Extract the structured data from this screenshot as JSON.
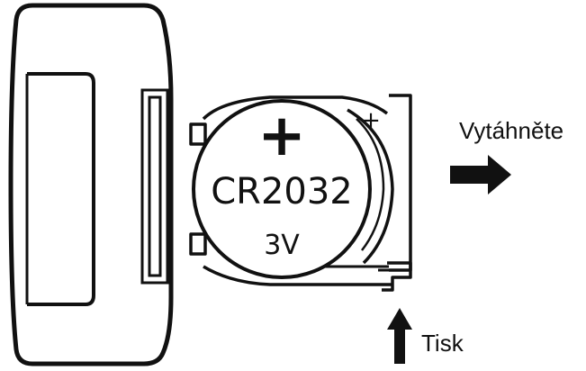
{
  "battery": {
    "polarity_symbol": "+",
    "model": "CR2032",
    "voltage": "3V"
  },
  "holder": {
    "polarity_mark": "+"
  },
  "labels": {
    "pull_out": "Vytáhněte",
    "press": "Tisk"
  },
  "icons": {
    "pull_direction": "arrow-right-icon",
    "press_direction": "arrow-up-icon"
  },
  "colors": {
    "line": "#111111",
    "background": "#ffffff"
  }
}
